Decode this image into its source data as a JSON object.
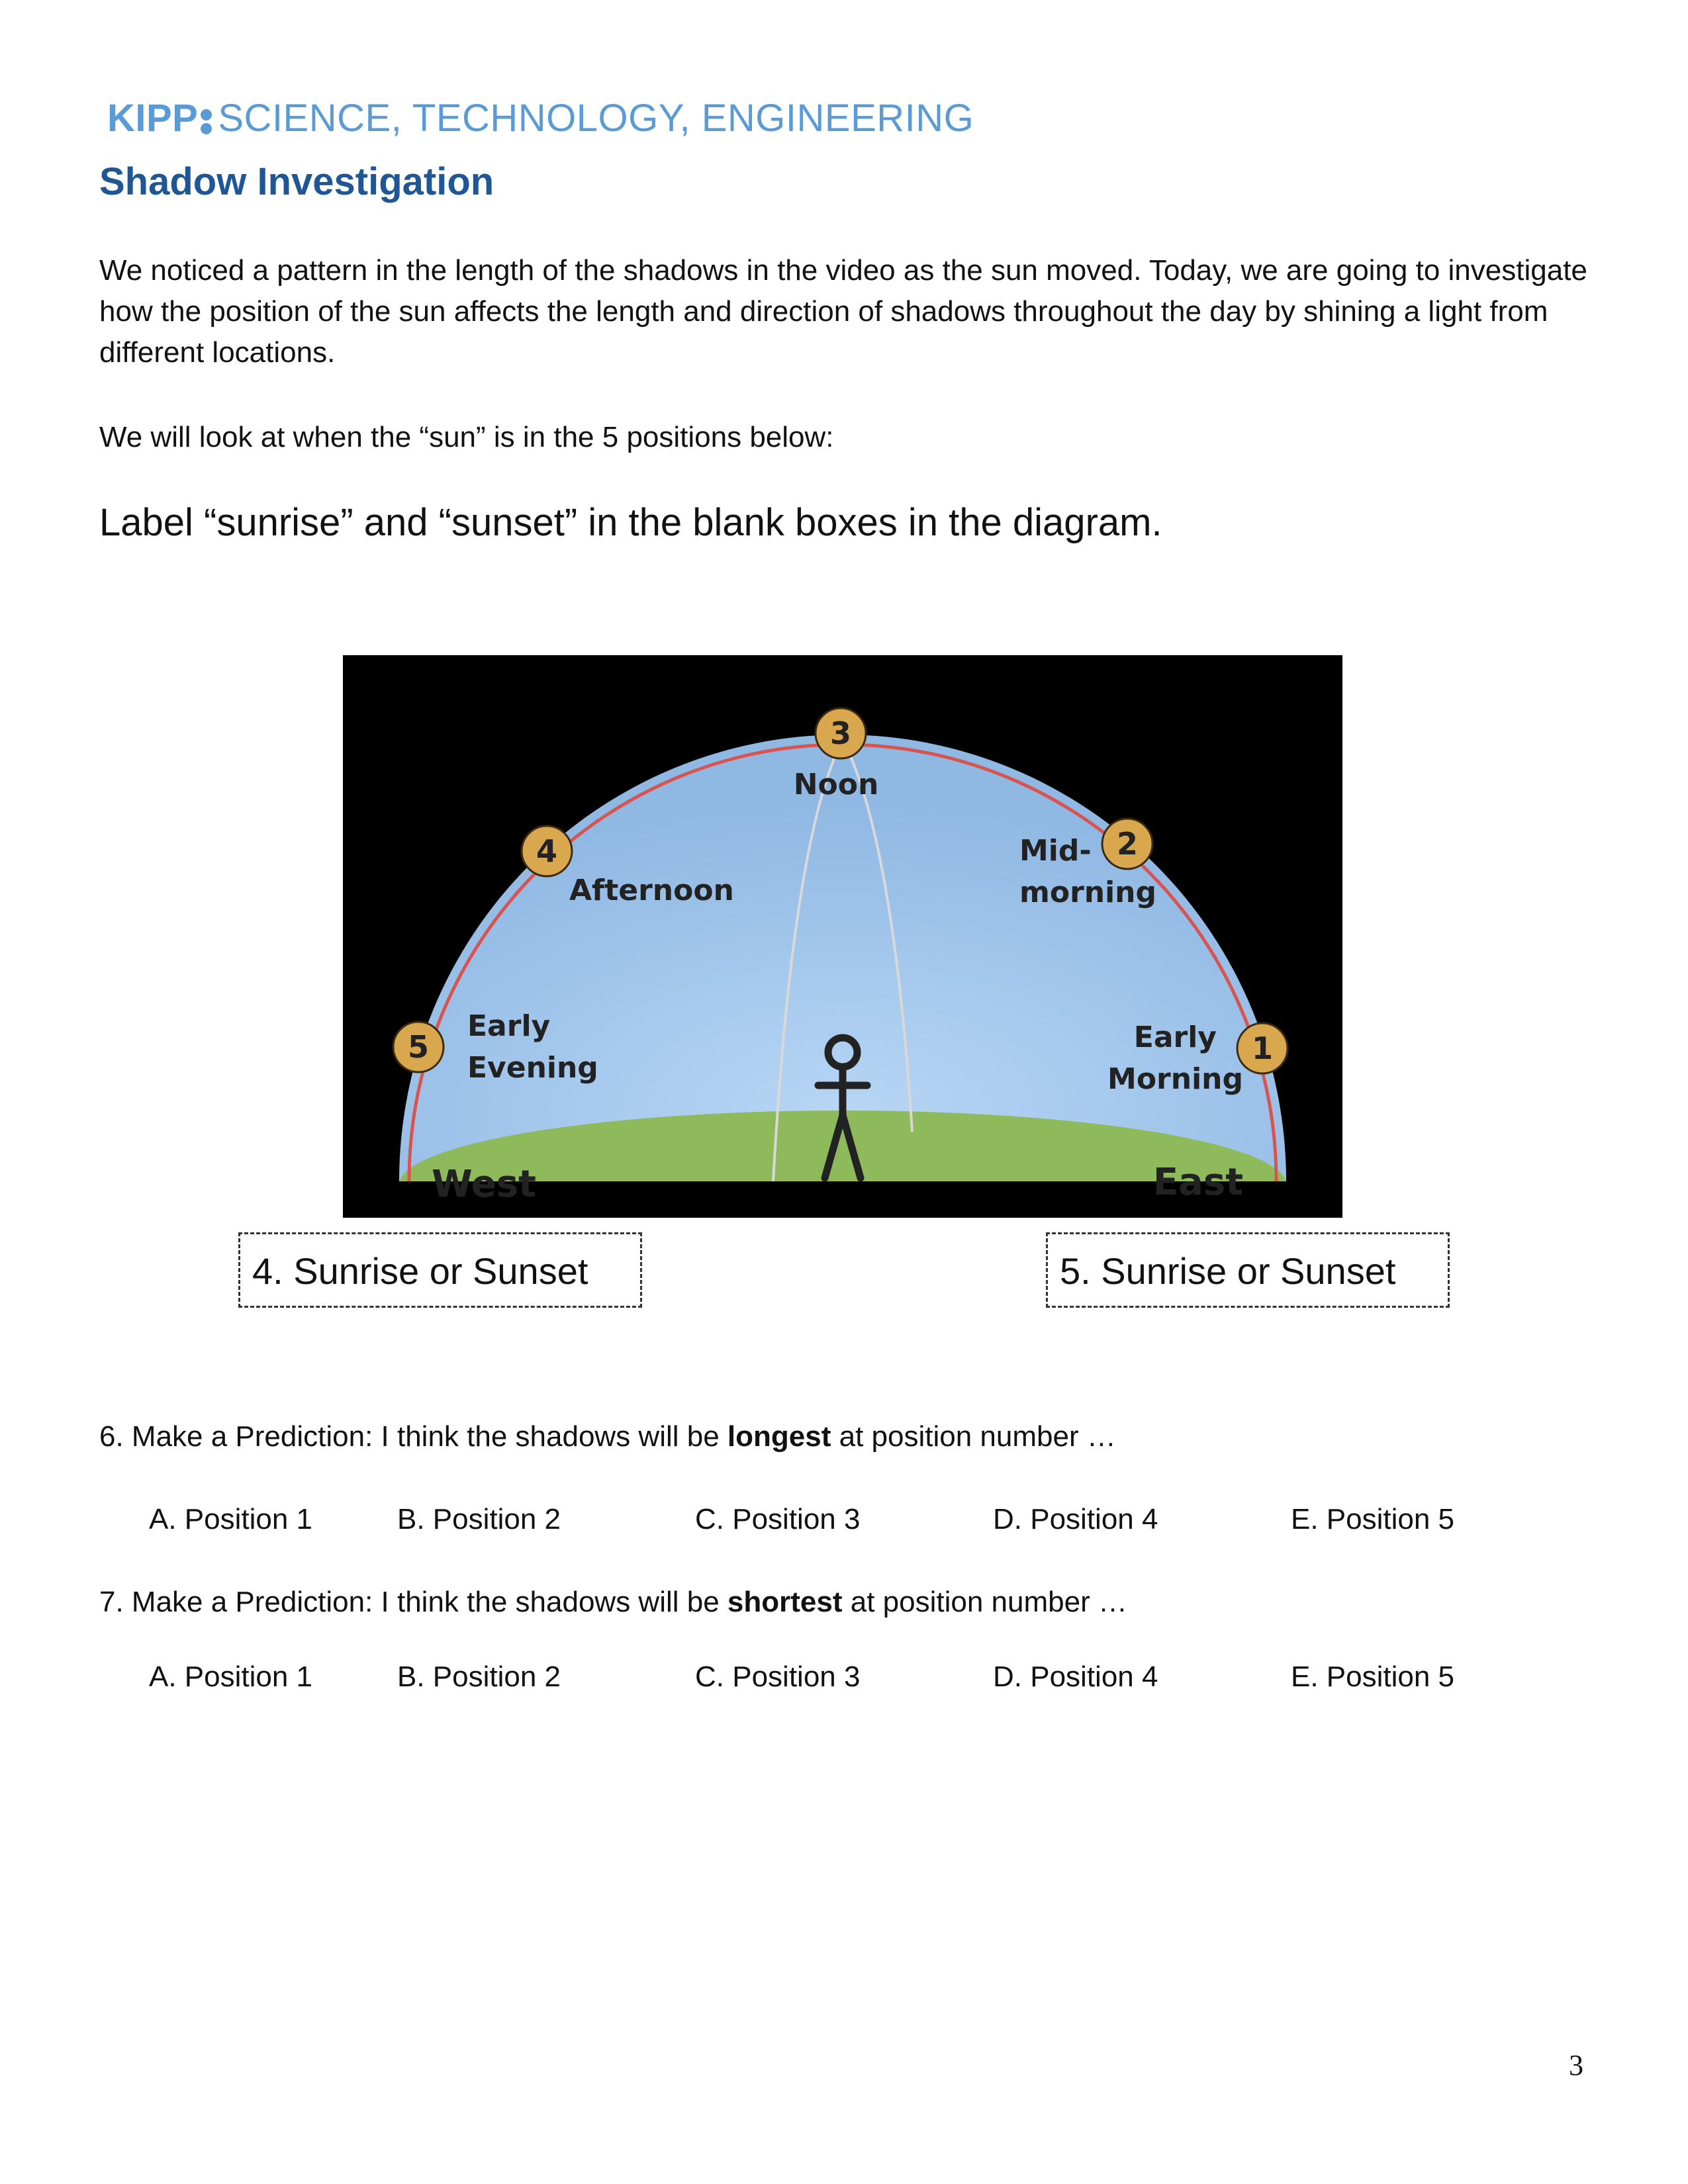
{
  "header": {
    "brand_kipp": "KIPP",
    "brand_rest": "SCIENCE, TECHNOLOGY, ENGINEERING",
    "brand_color": "#5b9bd5",
    "title": "Shadow Investigation",
    "title_color": "#1f5796"
  },
  "intro": {
    "paragraph": "We noticed a pattern in the length of the shadows in the video as the sun moved. Today, we are going to investigate how the position of the sun affects the length and direction of shadows throughout the day by shining a light from different locations.",
    "positions_line": "We will look at when the “sun” is in the 5 positions below:",
    "instruction": "Label “sunrise” and “sunset” in the blank boxes in the diagram."
  },
  "diagram": {
    "positions": [
      {
        "number": "1",
        "label_lines": [
          "Early",
          "Morning"
        ]
      },
      {
        "number": "2",
        "label_lines": [
          "Mid-",
          "morning"
        ]
      },
      {
        "number": "3",
        "label_lines": [
          "Noon"
        ]
      },
      {
        "number": "4",
        "label_lines": [
          "Afternoon"
        ]
      },
      {
        "number": "5",
        "label_lines": [
          "Early",
          "Evening"
        ]
      }
    ],
    "west_label": "West",
    "east_label": "East",
    "sky_color": "#8fb8e3",
    "ground_color": "#8fba5c",
    "sun_color": "#d9a84e",
    "arc_color": "#d9534f"
  },
  "answer_boxes": {
    "left": "4. Sunrise or Sunset",
    "right": "5. Sunrise or Sunset"
  },
  "questions": [
    {
      "prefix": "6. Make a Prediction: I think the shadows will be ",
      "keyword": "longest",
      "suffix": " at position number …",
      "options": [
        "A.   Position 1",
        "B. Position 2",
        "C. Position 3",
        "D. Position 4",
        "E. Position 5"
      ]
    },
    {
      "prefix": "7. Make a Prediction: I think the shadows will be ",
      "keyword": "shortest",
      "suffix": " at position number …",
      "options": [
        "A.   Position 1",
        "B. Position 2",
        "C. Position 3",
        "D. Position 4",
        "E. Position 5"
      ]
    }
  ],
  "page_number": "3"
}
